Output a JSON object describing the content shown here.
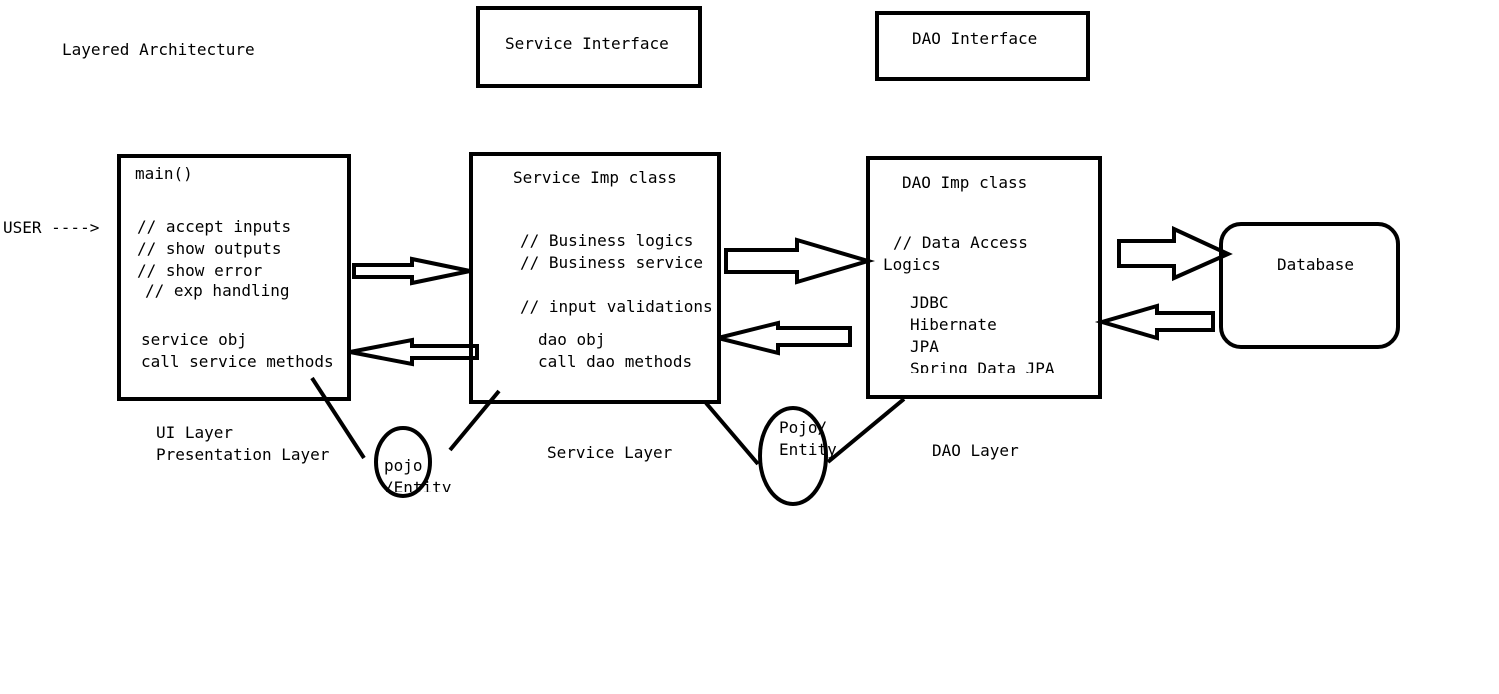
{
  "title": "Layered Architecture",
  "user_label": "USER ---->",
  "service_interface": "Service Interface",
  "dao_interface": "DAO Interface",
  "ui_box": {
    "heading": "main()",
    "line1": "// accept inputs",
    "line2": "// show outputs",
    "line3": "// show error",
    "line4": "// exp handling",
    "line5": "service obj",
    "line6": "call service methods"
  },
  "service_box": {
    "heading": "Service Imp class",
    "line1": "// Business logics",
    "line2": "// Business service",
    "line3": "// input validations",
    "line4": "dao obj",
    "line5": "call dao methods"
  },
  "dao_box": {
    "heading": "DAO Imp class",
    "line1": "// Data Access",
    "line2": "Logics",
    "line3": "JDBC",
    "line4": "Hibernate",
    "line5": "JPA",
    "line6": "Spring Data JPA"
  },
  "database": "Database",
  "layers": {
    "ui": "UI Layer",
    "presentation": "Presentation Layer",
    "service": "Service Layer",
    "dao": "DAO Layer"
  },
  "pojo1": {
    "line1": "pojo",
    "line2": "/Entity"
  },
  "pojo2": {
    "line1": "Pojo/",
    "line2": "Entity"
  },
  "colors": {
    "ink": "#000000",
    "background": "#ffffff"
  }
}
